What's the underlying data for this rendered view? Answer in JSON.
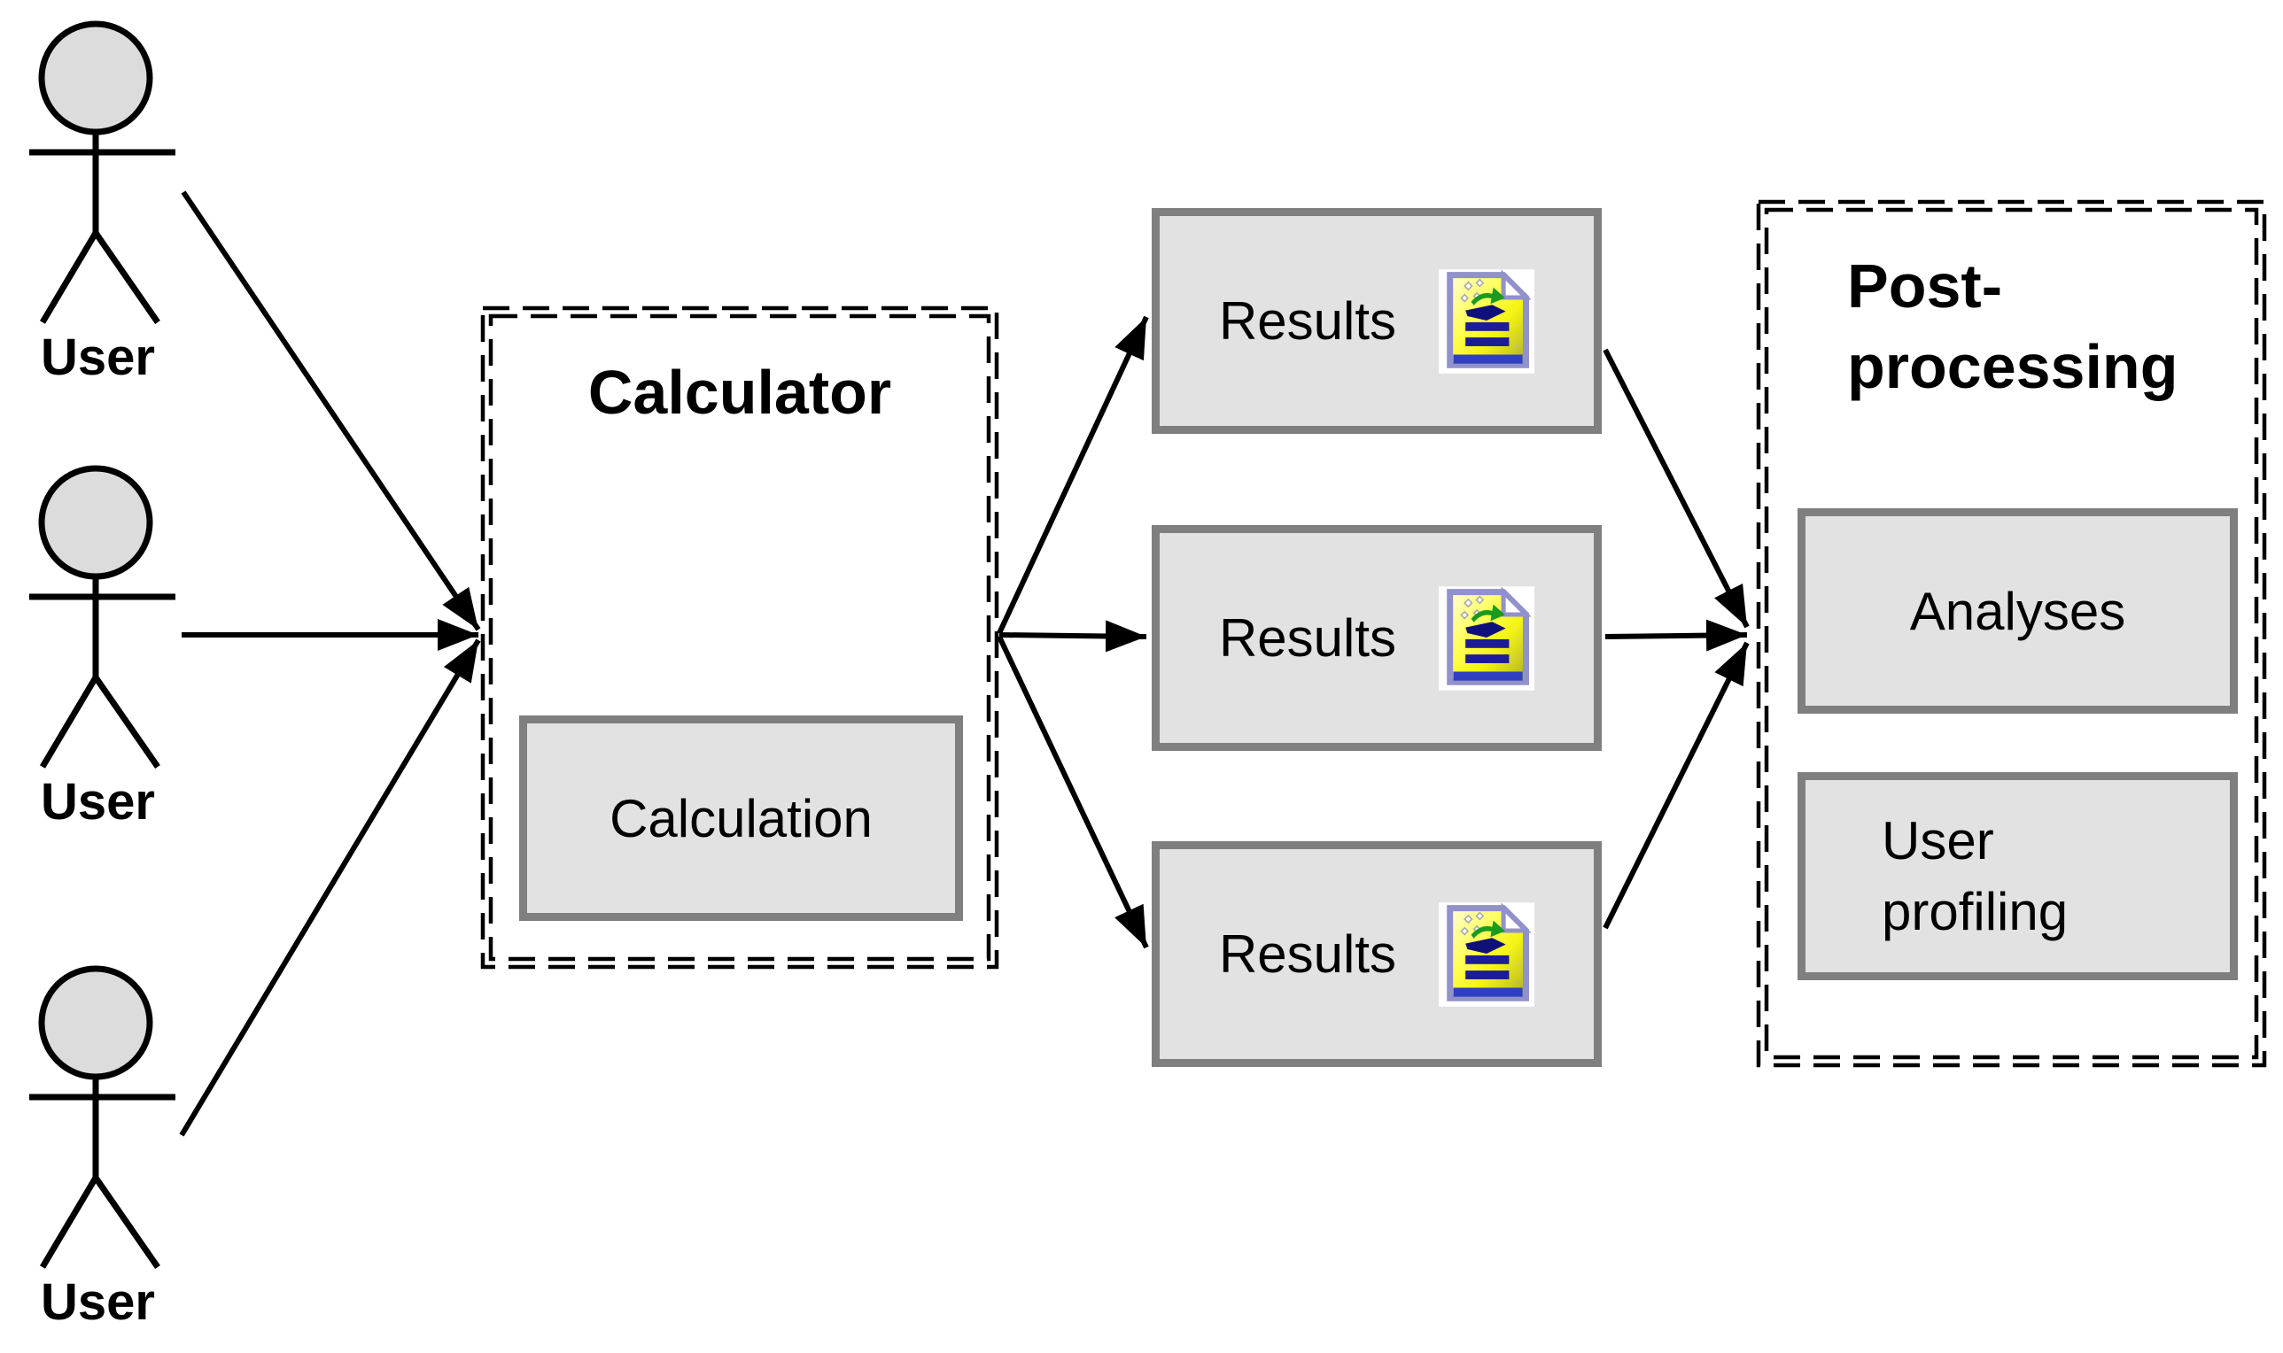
{
  "diagram": {
    "background_color": "#ffffff",
    "colors": {
      "line": "#000000",
      "box_fill": "#e2e2e2",
      "box_border": "#7f7f7f",
      "actor_head_fill": "#dcdcdc",
      "doc_icon_yellow": "#ffff44",
      "doc_icon_blue": "#2f3fbf",
      "doc_icon_lavender": "#9191cb",
      "doc_icon_green": "#1a9a1f"
    },
    "actors": [
      {
        "label": "User"
      },
      {
        "label": "User"
      },
      {
        "label": "User"
      }
    ],
    "calculator": {
      "title": "Calculator",
      "box_label": "Calculation"
    },
    "results_boxes": [
      {
        "label": "Results",
        "icon": "report-document-icon"
      },
      {
        "label": "Results",
        "icon": "report-document-icon"
      },
      {
        "label": "Results",
        "icon": "report-document-icon"
      }
    ],
    "post_processing": {
      "title": "Post-processing",
      "analyses_label": "Analyses",
      "user_profiling_label": "User profiling"
    }
  }
}
